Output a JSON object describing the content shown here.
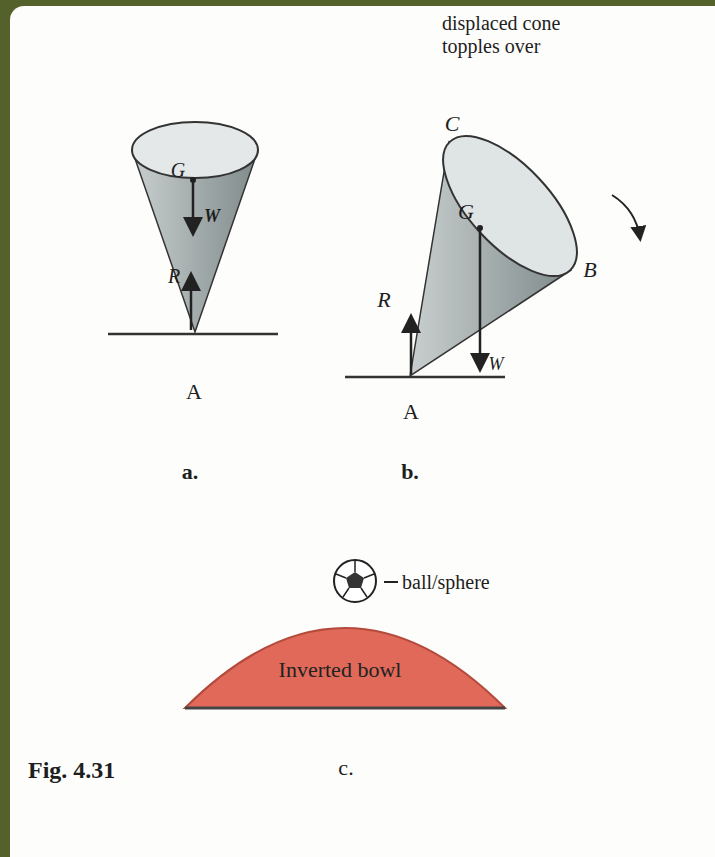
{
  "diagram": {
    "caption": "Fig. 4.31",
    "nodes": [
      {
        "text": [
          "Inverted bowl"
        ]
      }
    ],
    "labels": [
      "displaced cone topples over",
      "G",
      "W",
      "R",
      "A",
      "C",
      "R",
      "G",
      "B",
      "W",
      "A",
      "a.",
      "b.",
      "ball/sphere",
      "c."
    ]
  }
}
